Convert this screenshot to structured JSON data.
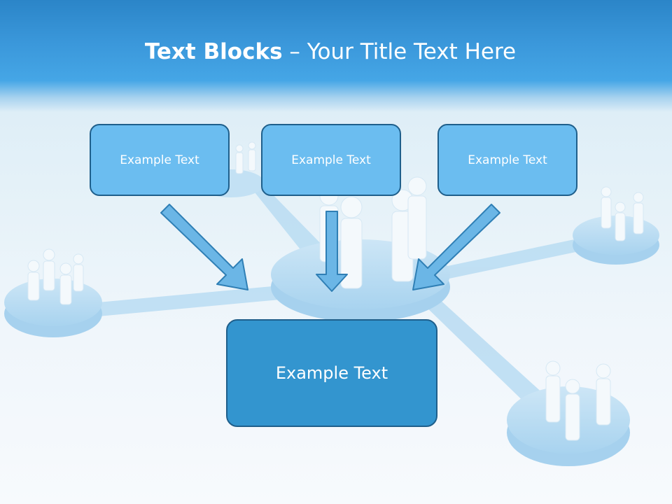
{
  "title": {
    "bold": "Text Blocks",
    "rest": " – Your Title Text Here"
  },
  "boxes": {
    "top_left": "Example Text",
    "top_middle": "Example Text",
    "top_right": "Example Text",
    "bottom": "Example Text"
  },
  "colors": {
    "header": "#3a97da",
    "small_box_fill": "#6bbdf0",
    "large_box_fill": "#3395cf",
    "box_border": "#1f5f8b",
    "arrow_fill": "#6bb6e6"
  },
  "icons": [
    "people-network-illustration",
    "arrow-down-right-icon",
    "arrow-down-icon",
    "arrow-down-left-icon"
  ]
}
